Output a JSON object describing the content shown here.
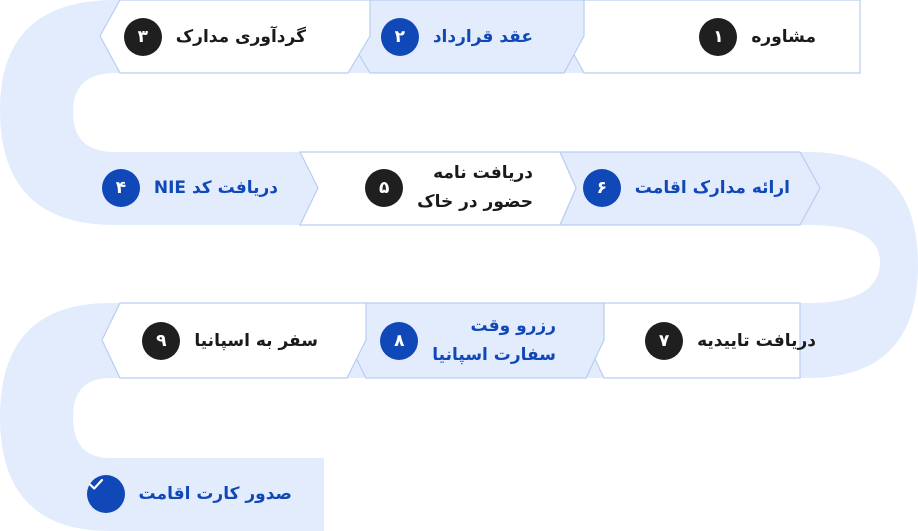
{
  "colors": {
    "path_fill": "#e3ecfd",
    "highlight_fill": "#e3ecfd",
    "arrow_border": "#b9cdf2",
    "dark_badge": "#1f1f1f",
    "blue_badge": "#1048b8",
    "dark_text": "#1a1a1a",
    "blue_text": "#1048b8"
  },
  "steps": [
    {
      "number": "۱",
      "lines": [
        "مشاوره"
      ],
      "style": "dark"
    },
    {
      "number": "۲",
      "lines": [
        "عقد قرارداد"
      ],
      "style": "blue"
    },
    {
      "number": "۳",
      "lines": [
        "گردآوری مدارک"
      ],
      "style": "dark"
    },
    {
      "number": "۴",
      "lines": [
        "دریافت کد NIE"
      ],
      "style": "blue"
    },
    {
      "number": "۵",
      "lines": [
        "دریافت نامه",
        "حضور در خاک"
      ],
      "style": "dark"
    },
    {
      "number": "۶",
      "lines": [
        "ارائه مدارک اقامت"
      ],
      "style": "blue"
    },
    {
      "number": "۷",
      "lines": [
        "دریافت تاییدیه"
      ],
      "style": "dark"
    },
    {
      "number": "۸",
      "lines": [
        "رزرو وقت",
        "سفارت اسپانیا"
      ],
      "style": "blue"
    },
    {
      "number": "۹",
      "lines": [
        "سفر به اسپانیا"
      ],
      "style": "dark"
    }
  ],
  "final_step": {
    "icon": "check-icon",
    "lines": [
      "صدور کارت اقامت"
    ],
    "style": "blue"
  }
}
